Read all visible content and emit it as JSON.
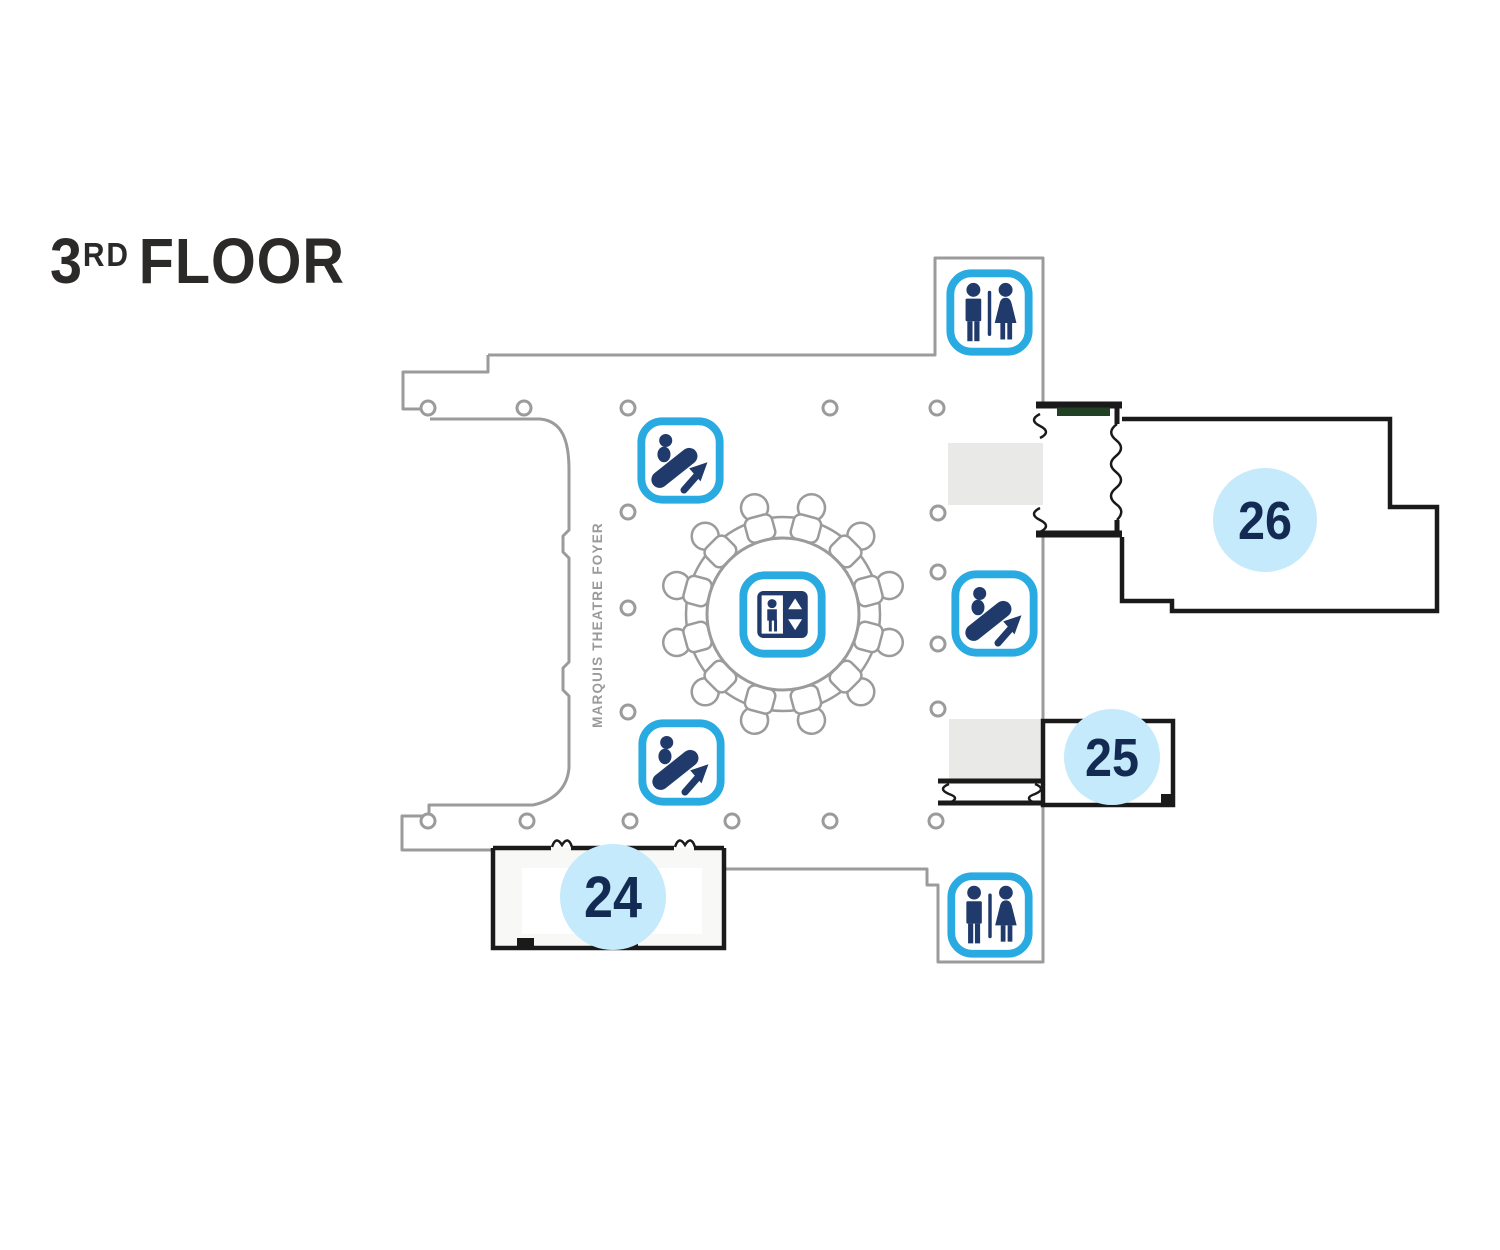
{
  "page": {
    "type": "floor-plan-map",
    "background": "#FFFFFF"
  },
  "title": {
    "floor_number": "3",
    "ordinal_suffix": "RD",
    "floor_word": "FLOOR"
  },
  "foyer_label": "MARQUIS THEATRE FOYER",
  "rooms": [
    {
      "number": "24"
    },
    {
      "number": "25"
    },
    {
      "number": "26"
    }
  ],
  "icons": [
    {
      "name": "restroom-icon",
      "count": 2
    },
    {
      "name": "escalator-icon",
      "count": 3
    },
    {
      "name": "elevator-icon",
      "count": 1
    }
  ],
  "colors": {
    "icon_border_blue": "#29ABE2",
    "icon_navy": "#203A6B",
    "room_badge_fill": "#C5EAFB",
    "room_number_navy": "#132B52",
    "wall_gray": "#9B9B9B",
    "room_outline_black": "#1A1A1A",
    "closet_fill_gray": "#E9E9E7",
    "door_green": "#224024",
    "title_color": "#2B2A29"
  }
}
